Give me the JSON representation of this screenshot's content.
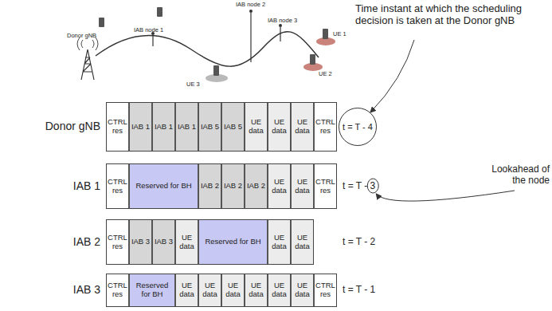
{
  "diagram": {
    "nodes": [
      {
        "text": [
          "CTRL res"
        ]
      },
      {
        "text": [
          "IAB 1"
        ]
      },
      {
        "text": [
          "IAB 1"
        ]
      },
      {
        "text": [
          "IAB 1"
        ]
      },
      {
        "text": [
          "IAB 5"
        ]
      },
      {
        "text": [
          "IAB 5"
        ]
      },
      {
        "text": [
          "UE data"
        ]
      },
      {
        "text": [
          "UE data"
        ]
      },
      {
        "text": [
          "UE data"
        ]
      },
      {
        "text": [
          "CTRL res"
        ]
      },
      {
        "text": [
          "t = T - 4"
        ]
      },
      {
        "text": [
          "CTRL res"
        ]
      },
      {
        "text": [
          "Reserved for BH"
        ]
      },
      {
        "text": [
          "IAB 2"
        ]
      },
      {
        "text": [
          "IAB 2"
        ]
      },
      {
        "text": [
          "IAB 2"
        ]
      },
      {
        "text": [
          "UE data"
        ]
      },
      {
        "text": [
          "UE data"
        ]
      },
      {
        "text": [
          "CTRL res"
        ]
      },
      {
        "text": [
          "CTRL res"
        ]
      },
      {
        "text": [
          "IAB 3"
        ]
      },
      {
        "text": [
          "IAB 3"
        ]
      },
      {
        "text": [
          "UE data"
        ]
      },
      {
        "text": [
          "Reserved for BH"
        ]
      },
      {
        "text": [
          "UE data"
        ]
      },
      {
        "text": [
          "UE data"
        ]
      },
      {
        "text": [
          "CTRL res"
        ]
      },
      {
        "text": [
          "Reserved for BH"
        ]
      },
      {
        "text": [
          "UE data"
        ]
      },
      {
        "text": [
          "UE data"
        ]
      },
      {
        "text": [
          "UE data"
        ]
      },
      {
        "text": [
          "UE data"
        ]
      },
      {
        "text": [
          "UE data"
        ]
      },
      {
        "text": [
          "UE data"
        ]
      },
      {
        "text": [
          "CTRL res"
        ]
      }
    ],
    "labels": [
      "IAB node 2",
      "IAB node 1",
      "IAB node 3",
      "Donor gNB",
      "UE 1",
      "UE 3",
      "UE 2",
      "Time instant at which the scheduling decision is taken at the Donor gNB",
      "Donor gNB",
      "IAB 1",
      "t = T - 3",
      "Lookahead of the node",
      "IAB 2",
      "t = T - 2",
      "IAB 3",
      "t = T - 1"
    ]
  }
}
